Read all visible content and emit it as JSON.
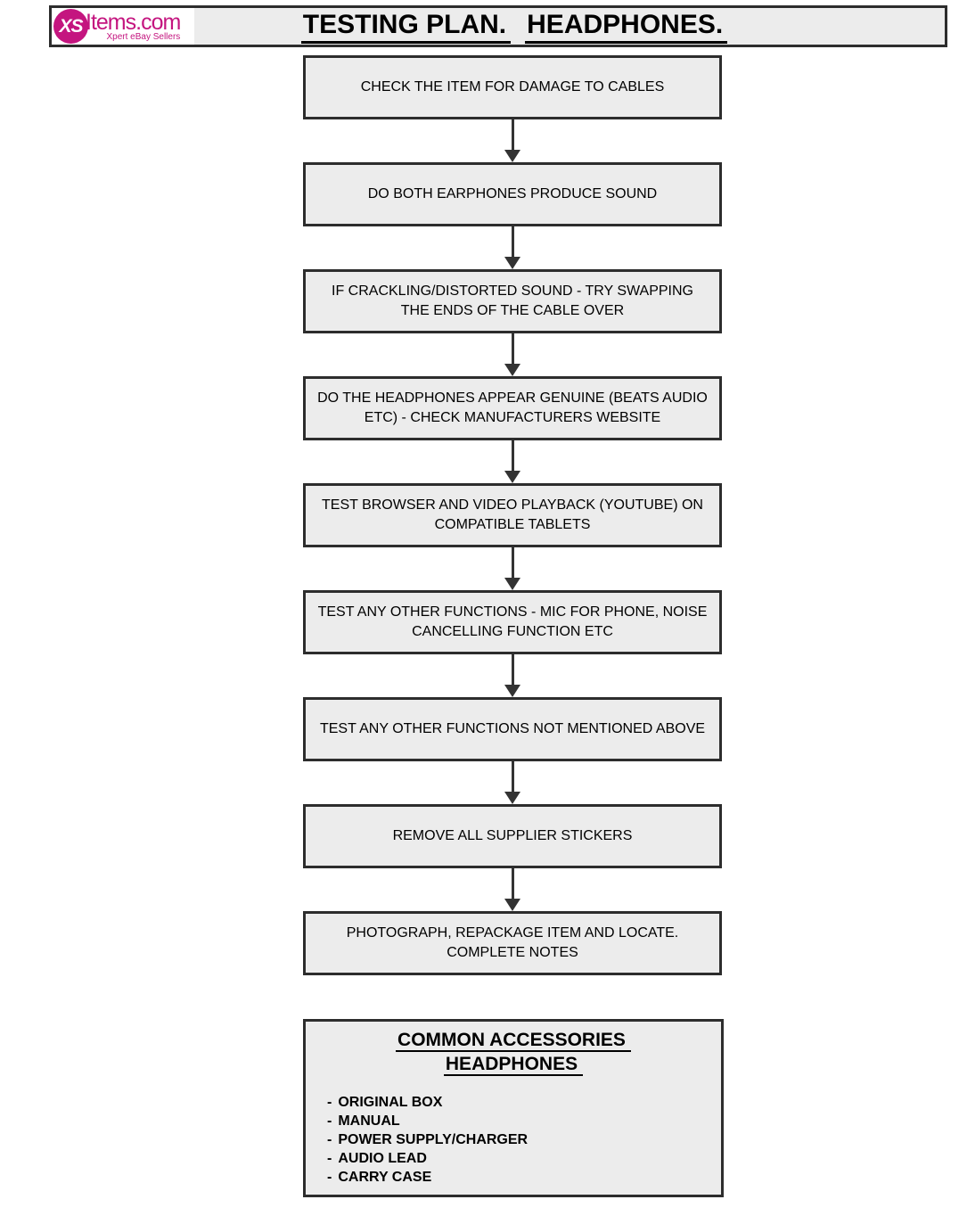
{
  "header": {
    "logo": {
      "circle_text": "XS",
      "brand": "Items.com",
      "tagline": "Xpert eBay Sellers",
      "brand_color": "#c4157f"
    },
    "title_part1": "TESTING PLAN.",
    "title_part2": "HEADPHONES."
  },
  "flowchart": {
    "steps": [
      "CHECK THE ITEM FOR DAMAGE TO CABLES",
      "DO BOTH EARPHONES PRODUCE SOUND",
      "IF CRACKLING/DISTORTED SOUND - TRY SWAPPING THE ENDS OF THE CABLE OVER",
      "DO THE HEADPHONES APPEAR GENUINE (BEATS AUDIO ETC) - CHECK MANUFACTURERS WEBSITE",
      "TEST BROWSER AND VIDEO PLAYBACK (YOUTUBE) ON COMPATIBLE TABLETS",
      "TEST ANY OTHER FUNCTIONS - MIC FOR PHONE, NOISE CANCELLING FUNCTION ETC",
      "TEST ANY OTHER FUNCTIONS NOT MENTIONED ABOVE",
      "REMOVE ALL SUPPLIER STICKERS",
      "PHOTOGRAPH, REPACKAGE ITEM AND LOCATE. COMPLETE NOTES"
    ]
  },
  "accessories": {
    "title_line1": "COMMON ACCESSORIES",
    "title_line2": "HEADPHONES",
    "bullet": "-",
    "items": [
      "ORIGINAL BOX",
      "MANUAL",
      "POWER SUPPLY/CHARGER",
      "AUDIO LEAD",
      "CARRY CASE"
    ]
  },
  "colors": {
    "accent_magenta": "#c4157f",
    "box_fill": "#ececec",
    "box_border": "#2d2d2d",
    "arrow": "#333333",
    "page_bg": "#ffffff"
  }
}
